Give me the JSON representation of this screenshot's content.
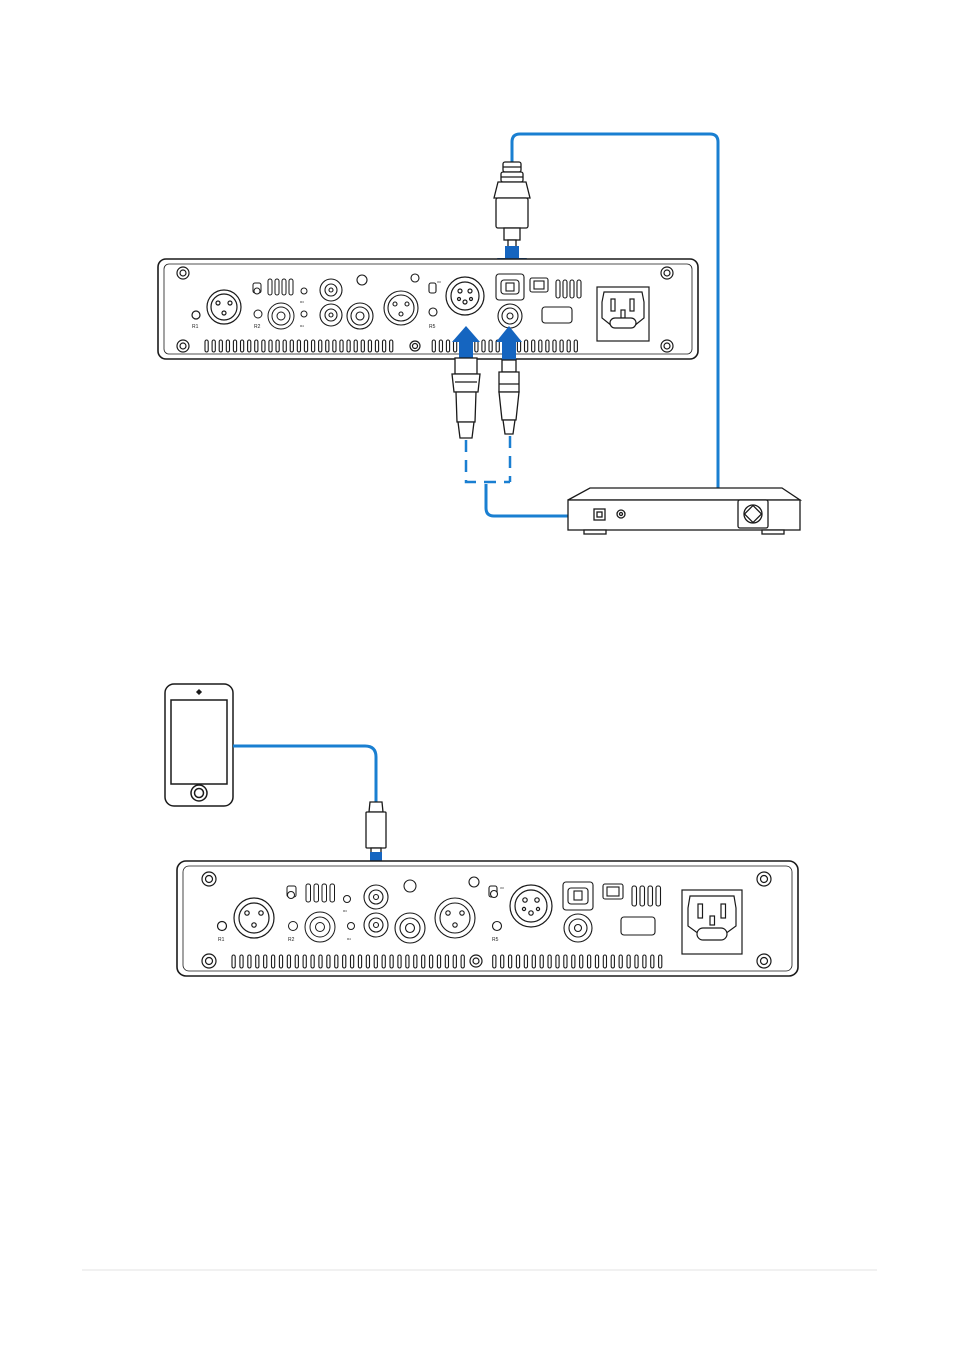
{
  "colors": {
    "cable": "#1a7fd1",
    "arrow": "#1565c0",
    "outline": "#1a1a1a",
    "footer_rule": "#e3e3e3"
  },
  "diagram_top": {
    "panel_labels": [
      "R1",
      "R2",
      "R3",
      "R4",
      "R5"
    ]
  },
  "diagram_bottom": {
    "panel_labels": [
      "R1",
      "R2",
      "R3",
      "R4",
      "R5"
    ]
  }
}
